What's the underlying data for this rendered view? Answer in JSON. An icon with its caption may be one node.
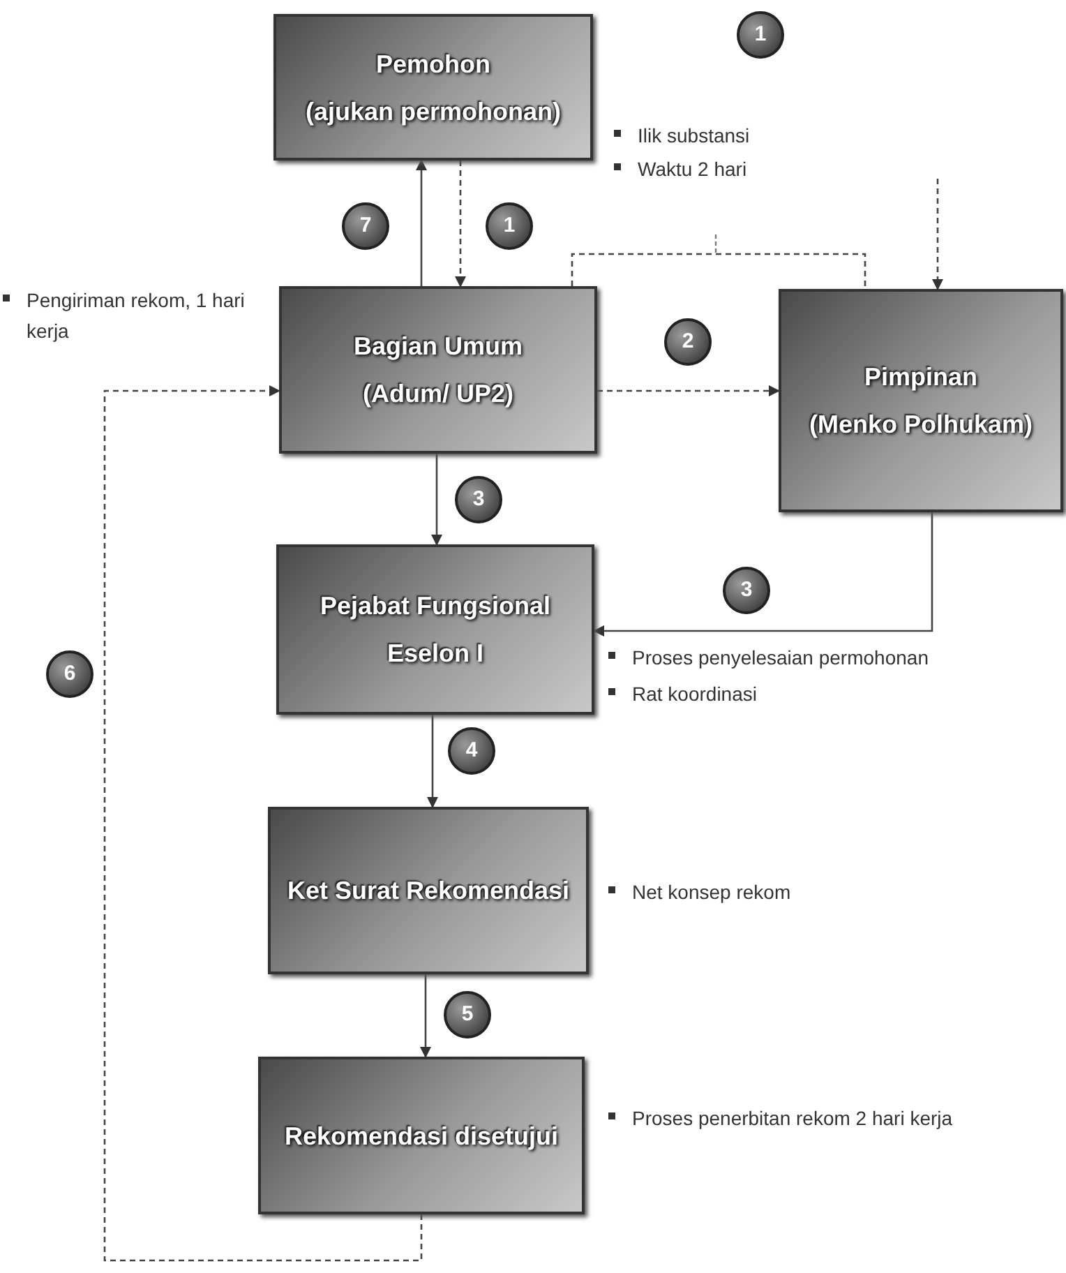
{
  "diagram": {
    "nodes": [
      {
        "text": [
          "Pemohon",
          "(ajukan permohonan)"
        ]
      },
      {
        "text": [
          "Bagian Umum",
          "(Adum/ UP2)"
        ]
      },
      {
        "text": [
          "Pimpinan",
          "(Menko Polhukam)"
        ]
      },
      {
        "text": [
          "Pejabat Fungsional",
          "Eselon I"
        ],
        "beside": [
          "Proses penyelesaian permohonan",
          "Rat koordinasi"
        ]
      },
      {
        "text": [
          "Ket Surat Rekomendasi"
        ],
        "beside": [
          "Net konsep rekom"
        ]
      },
      {
        "text": [
          "Rekomendasi disetujui"
        ],
        "beside": [
          "Proses penerbitan rekom 2 hari kerja"
        ]
      }
    ],
    "edges": [
      {
        "from": 1,
        "to": 0,
        "arrow": "to",
        "label": "7"
      },
      {
        "from": 0,
        "to": 1,
        "arrow": "to",
        "label": "1",
        "style": "dashed"
      },
      {
        "from": 1,
        "to": 2,
        "arrow": "to",
        "label": "2",
        "style": "dashed"
      },
      {
        "from": 1,
        "to": 2,
        "arrow": "none",
        "style": "dashed"
      },
      {
        "from": null,
        "to": 2,
        "arrow": "to",
        "style": "dashed"
      },
      {
        "from": 1,
        "to": 3,
        "arrow": "to",
        "label": "3"
      },
      {
        "from": 2,
        "to": 3,
        "arrow": "to",
        "label": "3"
      },
      {
        "from": 3,
        "to": 4,
        "arrow": "to",
        "label": "4"
      },
      {
        "from": 4,
        "to": 5,
        "arrow": "to",
        "label": "5"
      },
      {
        "from": 5,
        "to": 1,
        "arrow": "to",
        "label": "6",
        "style": "dashed"
      }
    ],
    "labels": [
      "1",
      "Ilik substansi",
      "Waktu 2 hari",
      "Pengiriman rekom, 1 hari kerja"
    ]
  }
}
